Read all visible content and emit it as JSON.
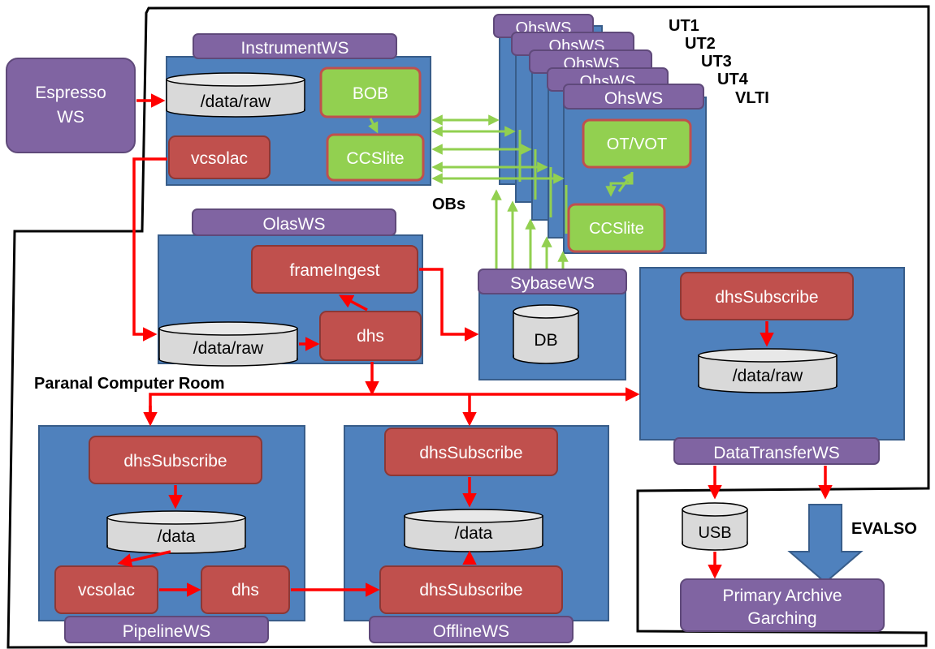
{
  "colors": {
    "box_fill": "#4F81BD",
    "box_stroke": "#385D8A",
    "purple": "#8064A2",
    "purple_stroke": "#5F497A",
    "red_node": "#C0504D",
    "red_stroke": "#8C3836",
    "green_node": "#92D050",
    "green_stroke": "#5E8A2A",
    "arrow_red": "#FF0000",
    "arrow_green": "#92D050",
    "disk_fill": "#D9D9D9",
    "blue_arrow": "#4F81BD"
  },
  "labels": {
    "espresso_ws": [
      "Espresso",
      "WS"
    ],
    "instrument_ws": "InstrumentWS",
    "data_raw_instr": "/data/raw",
    "bob": "BOB",
    "vcsolac_instr": "vcsolac",
    "ccslite_instr": "CCSlite",
    "ohs_ws": "OhsWS",
    "ut_labels": [
      "UT1",
      "UT2",
      "UT3",
      "UT4",
      "VLTI"
    ],
    "ot_vot": "OT/VOT",
    "ccslite_ohs": "CCSlite",
    "obs": "OBs",
    "olas_ws": "OlasWS",
    "frame_ingest": "frameIngest",
    "data_raw_olas": "/data/raw",
    "dhs_olas": "dhs",
    "sybase_ws": "SybaseWS",
    "db": "DB",
    "dhs_subscribe_dt": "dhsSubscribe",
    "data_raw_dt": "/data/raw",
    "data_transfer_ws": "DataTransferWS",
    "paranal_room": "Paranal Computer Room",
    "dhs_subscribe_pipe": "dhsSubscribe",
    "data_pipe": "/data",
    "vcsolac_pipe": "vcsolac",
    "dhs_pipe": "dhs",
    "pipeline_ws": "PipelineWS",
    "dhs_subscribe_off_top": "dhsSubscribe",
    "data_off": "/data",
    "dhs_subscribe_off_bottom": "dhsSubscribe",
    "offline_ws": "OfflineWS",
    "usb": "USB",
    "evalso": "EVALSO",
    "primary_archive": [
      "Primary Archive",
      "Garching"
    ]
  }
}
